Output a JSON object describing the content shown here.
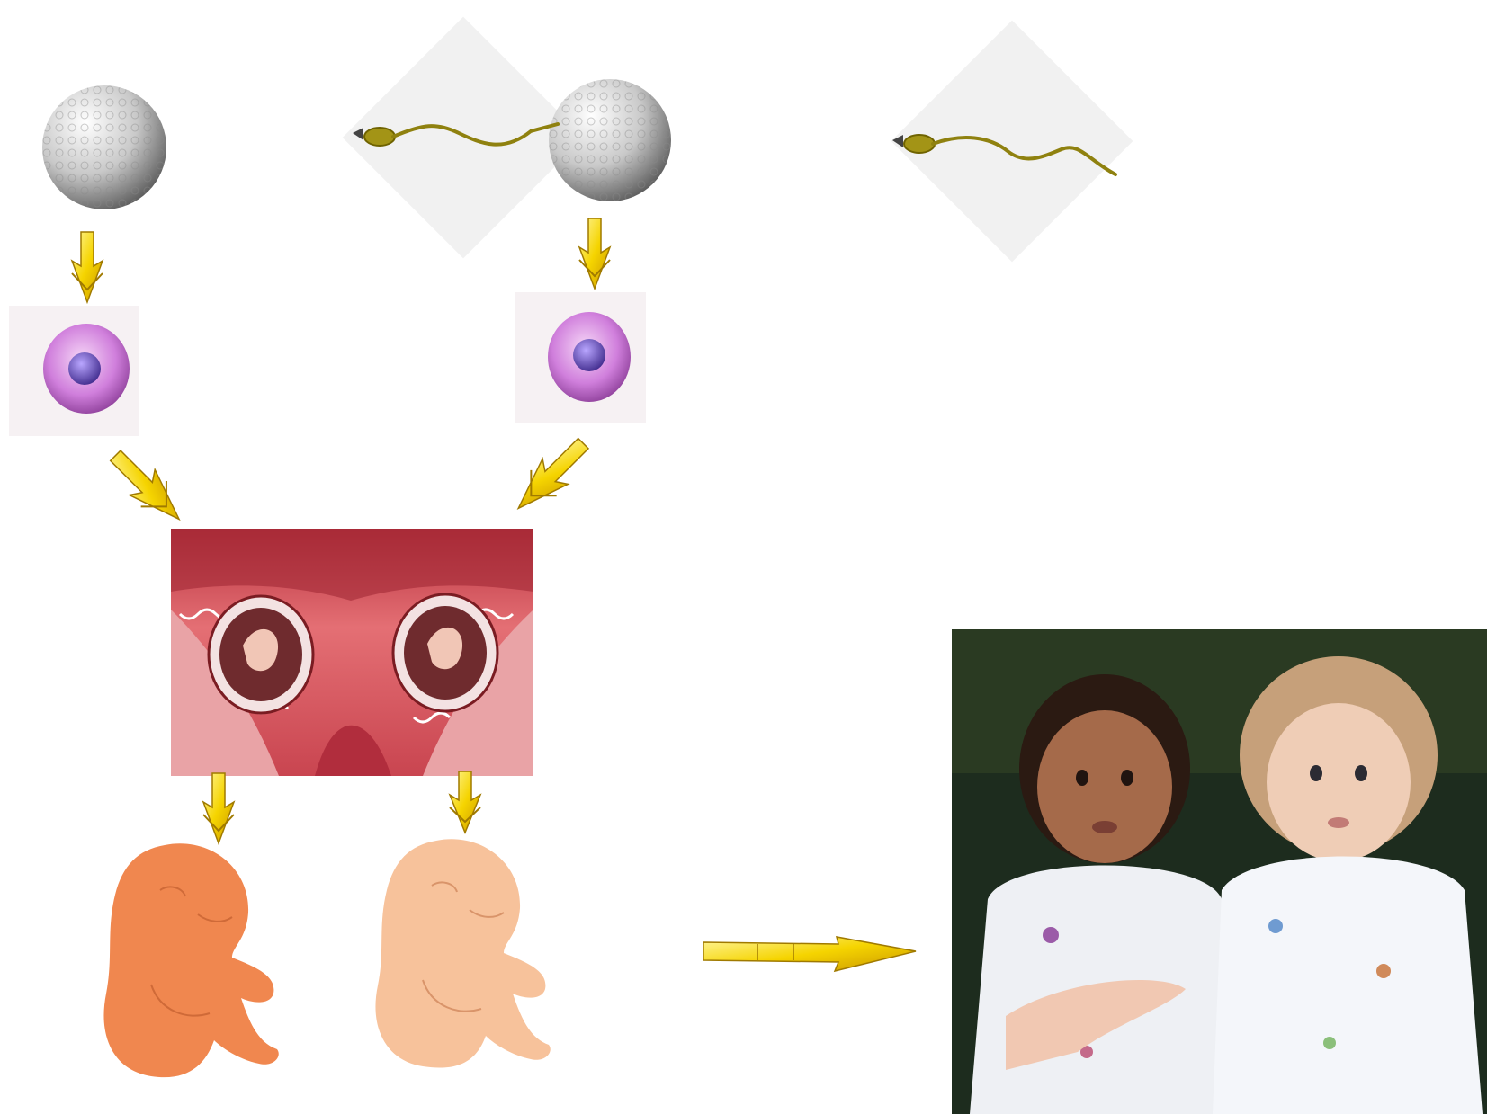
{
  "diagram": {
    "kind": "dizygotic twin development",
    "colors": {
      "arrow": "#f2d200",
      "arrow_shadow": "#b08a00",
      "egg": "#dcdcdc",
      "zygote": "#c46fd1",
      "nucleus": "#5a3ea8",
      "fetus_dark": "#f08a5a",
      "fetus_light": "#f6c09a",
      "uterus": "#c8454f",
      "sperm": "#9a8a12"
    },
    "nodes": [
      {
        "id": "egg-left",
        "icon": "egg-cell-icon"
      },
      {
        "id": "sperm-left",
        "icon": "sperm-icon"
      },
      {
        "id": "egg-right",
        "icon": "egg-cell-icon"
      },
      {
        "id": "sperm-right",
        "icon": "sperm-icon"
      },
      {
        "id": "zygote-left",
        "icon": "zygote-icon"
      },
      {
        "id": "zygote-right",
        "icon": "zygote-icon"
      },
      {
        "id": "uterus",
        "icon": "uterus-implantation-icon"
      },
      {
        "id": "fetus-left",
        "icon": "fetus-icon"
      },
      {
        "id": "fetus-right",
        "icon": "fetus-icon"
      },
      {
        "id": "twins-photo",
        "icon": "twin-babies-photo"
      }
    ],
    "edges": [
      [
        "egg-left",
        "zygote-left"
      ],
      [
        "egg-right",
        "zygote-right"
      ],
      [
        "zygote-left",
        "uterus"
      ],
      [
        "zygote-right",
        "uterus"
      ],
      [
        "uterus",
        "fetus-left"
      ],
      [
        "uterus",
        "fetus-right"
      ],
      [
        "fetus-right",
        "twins-photo"
      ]
    ]
  }
}
